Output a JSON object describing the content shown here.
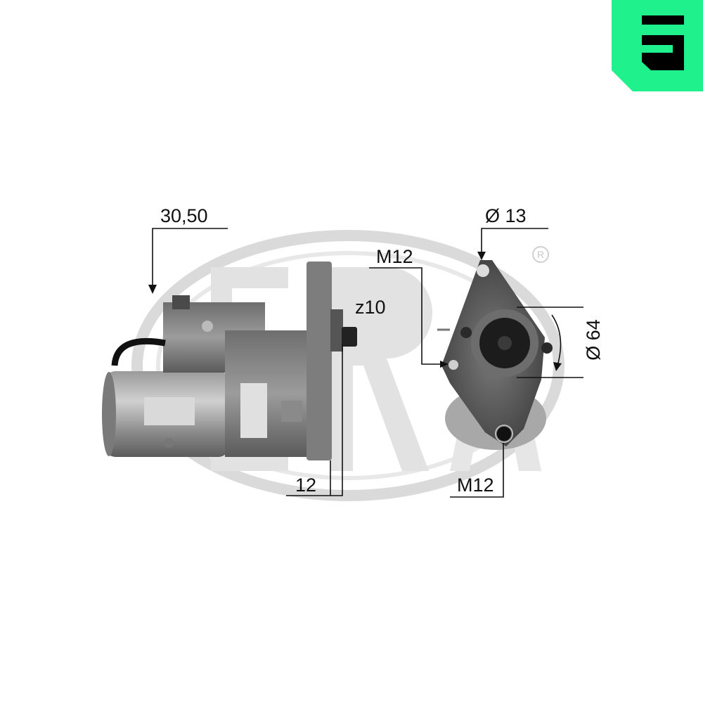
{
  "brand": {
    "logo_letter": "E",
    "logo_color": "#1FF28C",
    "watermark": "ERA",
    "registered_mark": "®",
    "watermark_color": "#DADADA"
  },
  "product": {
    "name": "Starter motor",
    "views": [
      "side-view",
      "front-view"
    ]
  },
  "dimensions": {
    "flange_offset": "30,50",
    "pinion_teeth": "z10",
    "pinion_length": "12",
    "bolt_top": "M12",
    "bolt_bottom": "M12",
    "hole_diameter": "Ø 13",
    "pilot_diameter": "Ø 64"
  }
}
